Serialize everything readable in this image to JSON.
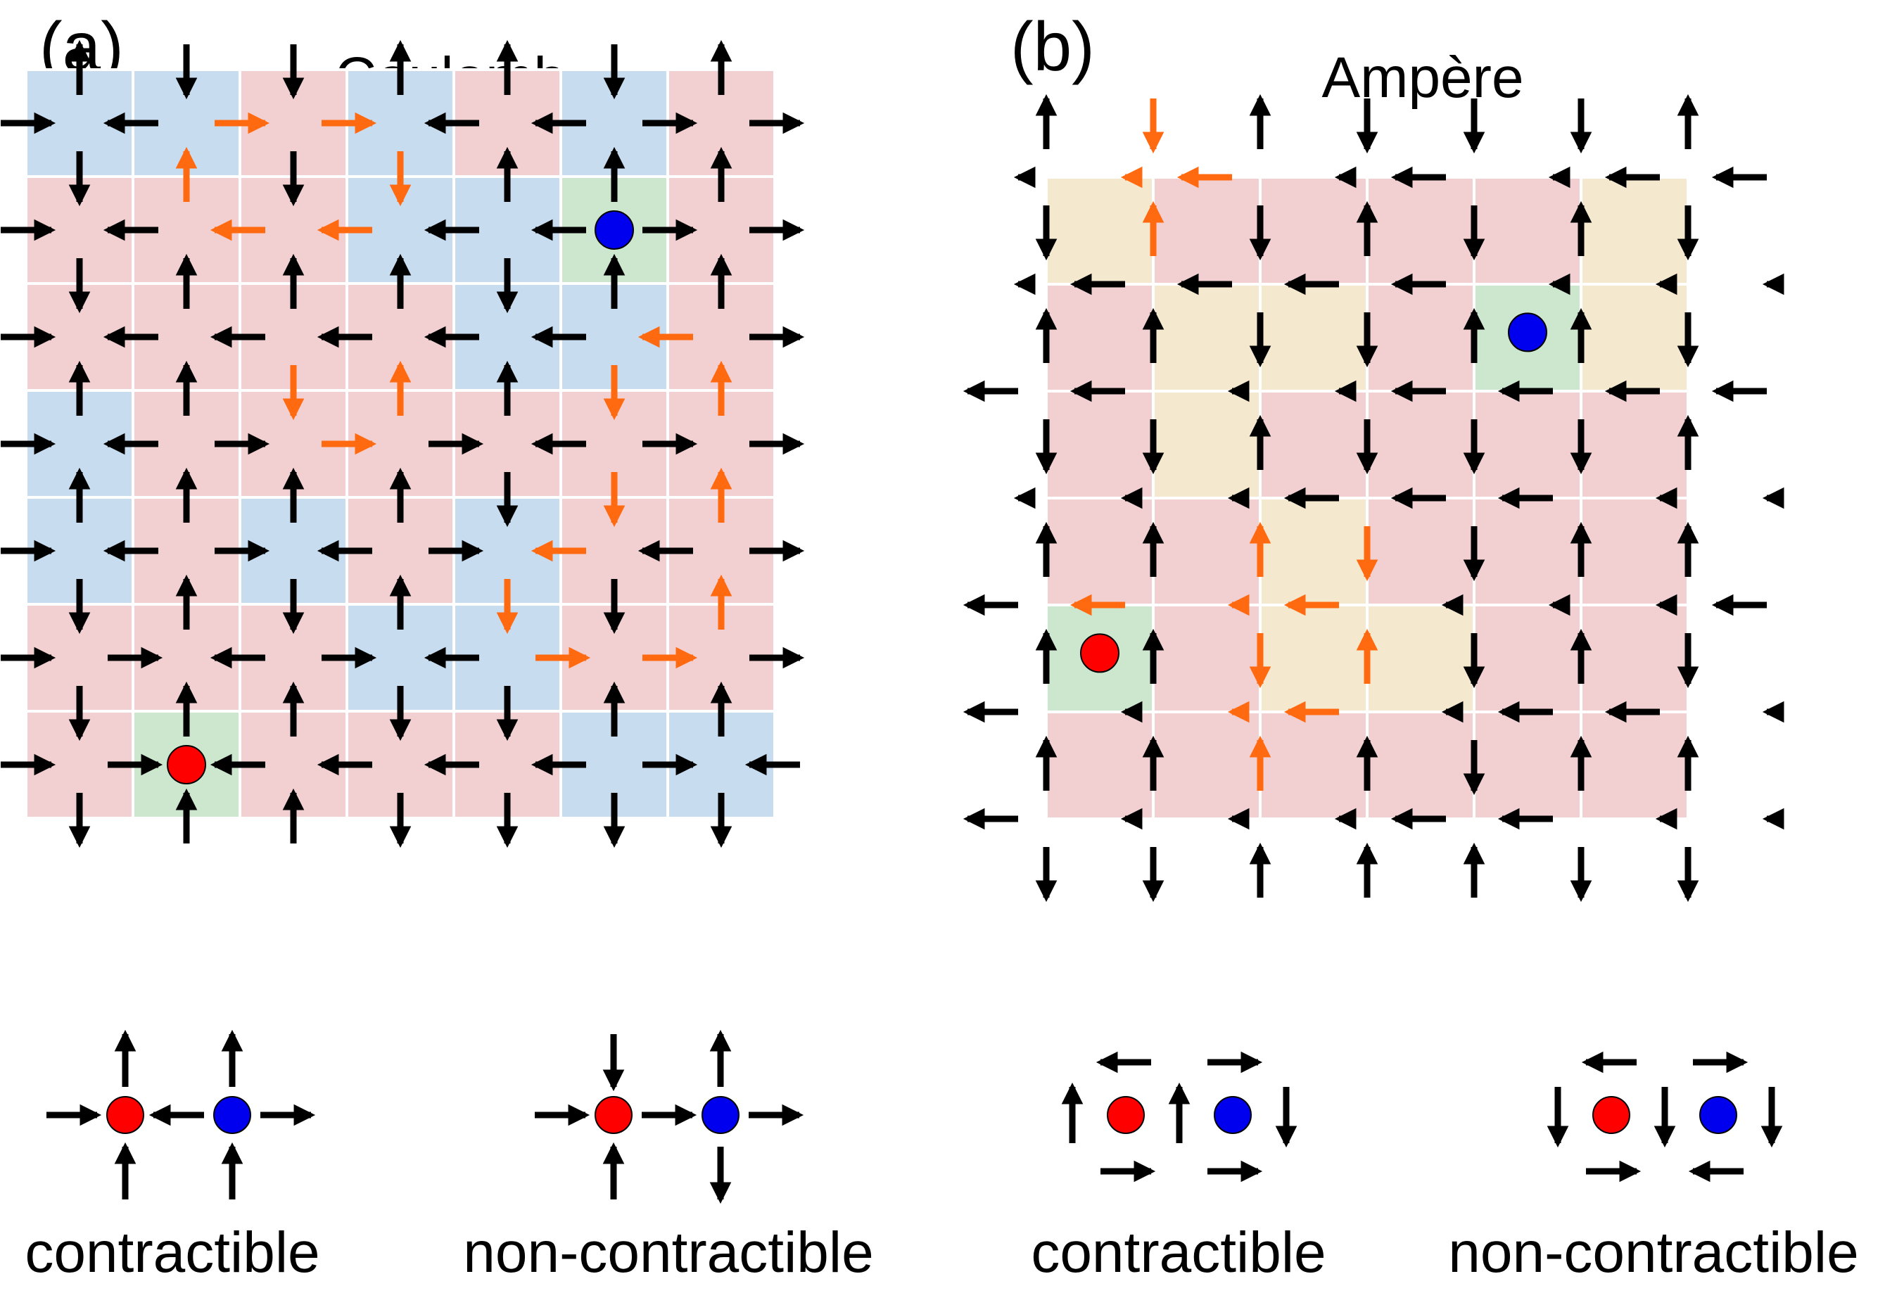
{
  "panels": [
    {
      "label": "(a)",
      "title": "Coulomb",
      "captions": [
        "contractible",
        "non-contractible"
      ],
      "grid_size": 7,
      "cells": [
        "BBRBRBR",
        "RRRBBGR",
        "RRRRBBR",
        "BRRRRRR",
        "BRBRBRR",
        "RRRBBRR",
        "RGRRRBB"
      ],
      "charges": [
        {
          "color": "blue",
          "row": 1,
          "col": 5,
          "at": "vertex"
        },
        {
          "color": "red",
          "row": 6,
          "col": 1,
          "at": "vertex"
        }
      ]
    },
    {
      "label": "(b)",
      "title": "Ampère",
      "captions": [
        "contractible",
        "non-contractible"
      ],
      "grid_size": 6,
      "cells": [
        "YRRRRY",
        "RYYRGY",
        "RYRRRR",
        "RRYRRR",
        "GRYYRR",
        "RRRRRR"
      ],
      "charges": [
        {
          "color": "blue",
          "row": 1,
          "col": 4,
          "at": "plaquette"
        },
        {
          "color": "red",
          "row": 4,
          "col": 0,
          "at": "plaquette"
        }
      ]
    }
  ],
  "colors": {
    "cell_red": "#f2cfd0",
    "cell_blue": "#c8dcf0",
    "cell_green": "#cde7cf",
    "cell_yellow": "#f4e9cf",
    "arrow_black": "#000000",
    "arrow_orange": "#ff6a10",
    "charge_red": "#ff0000",
    "charge_blue": "#0000ee"
  }
}
